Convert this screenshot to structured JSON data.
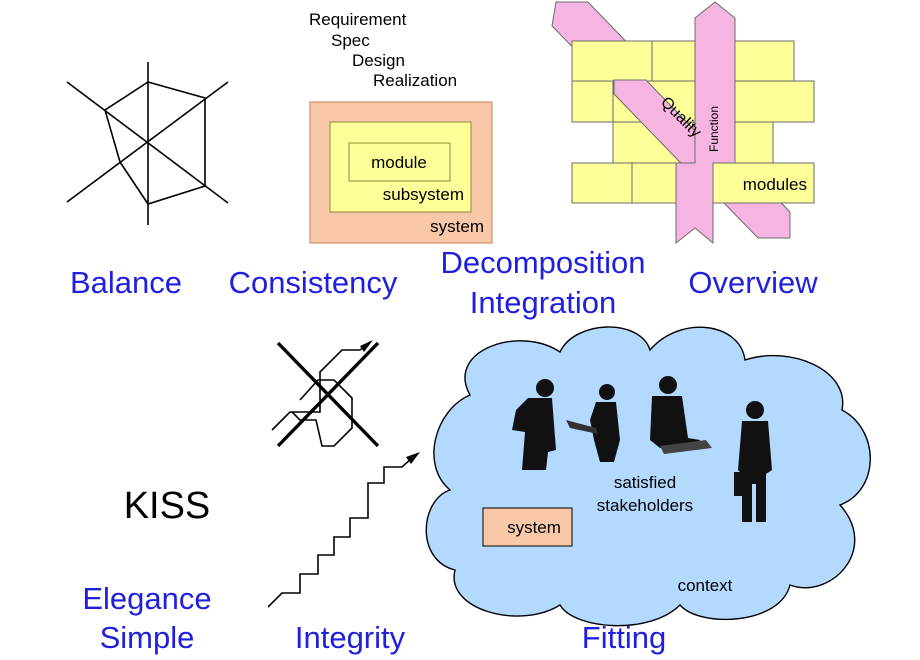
{
  "concepts": {
    "balance": "Balance",
    "consistency": "Consistency",
    "decomposition": "Decomposition",
    "integration": "Integration",
    "overview": "Overview",
    "elegance": "Elegance",
    "simple": "Simple",
    "kiss": "KISS",
    "integrity": "Integrity",
    "fitting": "Fitting"
  },
  "stairs": {
    "step1": "Requirement",
    "step2": "Spec",
    "step3": "Design",
    "step4": "Realization"
  },
  "nested": {
    "module": "module",
    "subsystem": "subsystem",
    "system": "system"
  },
  "wall": {
    "quality": "Quality",
    "function": "Function",
    "modules": "modules"
  },
  "context": {
    "satisfied": "satisfied",
    "stakeholders": "stakeholders",
    "system": "system",
    "context": "context"
  },
  "colors": {
    "concept_text": "#1f1fe0",
    "system_box": "#f9c8a8",
    "subsystem_box": "#ffff99",
    "brick": "#ffff99",
    "ribbon": "#f5b5e0",
    "cloud": "#b3d9ff"
  }
}
